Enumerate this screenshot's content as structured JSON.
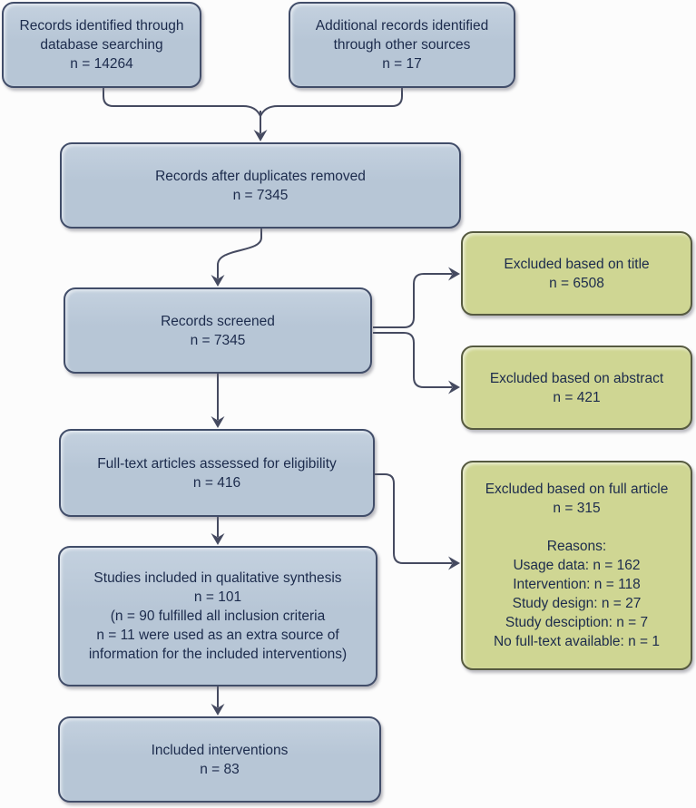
{
  "diagram": {
    "kind": "prisma-flow-diagram"
  },
  "colors": {
    "process_fill": "#b7c6d6",
    "process_fill_light": "#c4d1df",
    "process_border": "#414d69",
    "excluded_fill": "#cfd693",
    "excluded_border": "#565a40",
    "connector": "#454a60",
    "text": "#1c2b4c",
    "background": "#fcfcfc"
  },
  "nodes": {
    "db_search": {
      "lines": [
        "Records identified through",
        "database searching",
        "n = 14264"
      ]
    },
    "other_sources": {
      "lines": [
        "Additional records identified",
        "through other sources",
        "n = 17"
      ]
    },
    "duplicates_removed": {
      "lines": [
        "Records after duplicates removed",
        "n = 7345"
      ]
    },
    "records_screened": {
      "lines": [
        "Records screened",
        "n = 7345"
      ]
    },
    "excluded_title": {
      "lines": [
        "Excluded based on title",
        "n = 6508"
      ]
    },
    "excluded_abstract": {
      "lines": [
        "Excluded based on abstract",
        "n = 421"
      ]
    },
    "fulltext_assessed": {
      "lines": [
        "Full-text articles assessed for eligibility",
        "n = 416"
      ]
    },
    "excluded_full_article": {
      "lines": [
        "Excluded based on full article",
        "n = 315",
        "",
        "Reasons:",
        "Usage data: n = 162",
        "Intervention: n = 118",
        "Study design: n = 27",
        "Study desciption: n = 7",
        "No full-text available: n = 1"
      ]
    },
    "qualitative_synthesis": {
      "lines": [
        "Studies included in qualitative synthesis",
        "n = 101",
        "(n = 90 fulfilled all inclusion criteria",
        "n = 11 were used as an extra source of",
        "information for the included interventions)"
      ]
    },
    "included_interventions": {
      "lines": [
        "Included interventions",
        "n = 83"
      ]
    }
  },
  "edges": [
    {
      "from": "db_search",
      "to": "duplicates_removed"
    },
    {
      "from": "other_sources",
      "to": "duplicates_removed"
    },
    {
      "from": "duplicates_removed",
      "to": "records_screened"
    },
    {
      "from": "records_screened",
      "to": "excluded_title"
    },
    {
      "from": "records_screened",
      "to": "excluded_abstract"
    },
    {
      "from": "records_screened",
      "to": "fulltext_assessed"
    },
    {
      "from": "fulltext_assessed",
      "to": "excluded_full_article"
    },
    {
      "from": "fulltext_assessed",
      "to": "qualitative_synthesis"
    },
    {
      "from": "qualitative_synthesis",
      "to": "included_interventions"
    }
  ]
}
